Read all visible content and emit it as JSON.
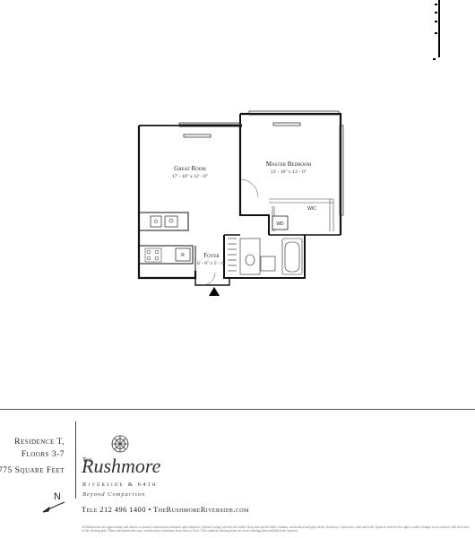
{
  "floorplan": {
    "rooms": {
      "great_room": {
        "name": "Great Room",
        "dims": "17' - 10\" x 12' - 8\""
      },
      "master_bedroom": {
        "name": "Master Bedroom",
        "dims": "13' - 10\" x 13' - 0\""
      },
      "foyer": {
        "name": "Foyer",
        "dims": "6' - 6\" x 5' - 0\""
      }
    },
    "fixtures": {
      "washer_dryer": "WD",
      "walk_in_closet": "WIC",
      "dishwasher": "D",
      "refrigerator": "R"
    },
    "entry_marker": "entry-arrow-icon"
  },
  "unit": {
    "residence": "Residence T,",
    "floors": "Floors 3-7",
    "area": "775 Square Feet"
  },
  "compass": {
    "north_label": "N",
    "icon": "north-arrow-icon"
  },
  "brand": {
    "the": "The",
    "name": "Rushmore",
    "location": "Riverside & 64th",
    "tagline": "Beyond Comparison",
    "emblem_icon": "rushmore-crest-icon"
  },
  "contact": {
    "line": "Tele 212 496 1400 • TheRushmoreRiverside.com"
  },
  "disclaimer": "All dimensions are approximate and subject to normal construction variances and tolerances. Square footage exceeds the usable floor area and includes columns, mechanical and pipe shafts, shaftways, chaseways, and stairwells. Sponsor reserves the right to make changes in accordance with the terms of the offering plan. Plans and dimensions may contain minor variations from floor to floor. The complete offering terms are in an offering plan available from Sponsor."
}
